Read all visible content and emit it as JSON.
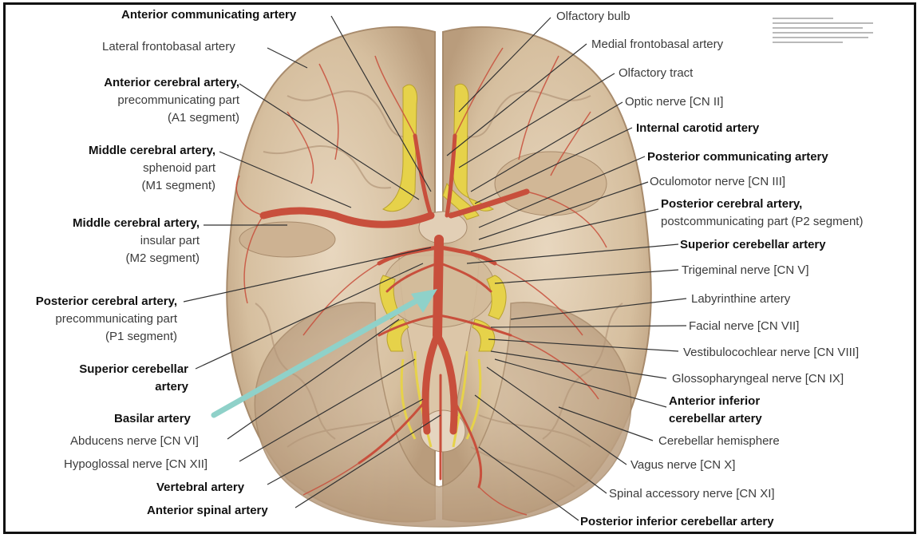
{
  "colors": {
    "brain": "#d9c4a8",
    "brain_shadow": "#b89d80",
    "artery": "#c84f3c",
    "nerve": "#e6d24a",
    "leader": "#333333",
    "pointer_arrow": "#8fd1c9"
  },
  "labels": {
    "anterior_communicating_artery": "Anterior communicating artery",
    "lateral_frontobasal_artery": "Lateral frontobasal artery",
    "aca_a1": {
      "line1": "Anterior cerebral artery,",
      "line2": "precommunicating part",
      "line3": "(A1 segment)"
    },
    "mca_m1": {
      "line1": "Middle cerebral artery,",
      "line2": "sphenoid part",
      "line3": "(M1 segment)"
    },
    "mca_m2": {
      "line1": "Middle cerebral artery,",
      "line2": "insular part",
      "line3": "(M2 segment)"
    },
    "pca_p1": {
      "line1": "Posterior cerebral artery,",
      "line2": "precommunicating part",
      "line3": "(P1 segment)"
    },
    "superior_cerebellar_artery_left": {
      "line1": "Superior cerebellar",
      "line2": "artery"
    },
    "basilar_artery": "Basilar artery",
    "abducens_nerve": "Abducens nerve [CN VI]",
    "hypoglossal_nerve": "Hypoglossal nerve [CN XII]",
    "vertebral_artery": "Vertebral artery",
    "anterior_spinal_artery": "Anterior spinal artery",
    "olfactory_bulb": "Olfactory bulb",
    "medial_frontobasal_artery": "Medial frontobasal artery",
    "olfactory_tract": "Olfactory tract",
    "optic_nerve": "Optic nerve [CN II]",
    "internal_carotid_artery": "Internal carotid artery",
    "posterior_communicating_artery": "Posterior communicating artery",
    "oculomotor_nerve": "Oculomotor nerve [CN III]",
    "pca_p2": {
      "line1": "Posterior cerebral artery,",
      "line2": "postcommunicating part (P2 segment)"
    },
    "superior_cerebellar_artery_right": "Superior cerebellar artery",
    "trigeminal_nerve": "Trigeminal nerve [CN V]",
    "labyrinthine_artery": "Labyrinthine artery",
    "facial_nerve": "Facial nerve [CN VII]",
    "vestibulocochlear_nerve": "Vestibulocochlear nerve [CN VIII]",
    "glossopharyngeal_nerve": "Glossopharyngeal nerve [CN IX]",
    "aica": {
      "line1": "Anterior inferior",
      "line2": "cerebellar artery"
    },
    "cerebellar_hemisphere": "Cerebellar hemisphere",
    "vagus_nerve": "Vagus nerve [CN X]",
    "spinal_accessory_nerve": "Spinal accessory nerve [CN XI]",
    "pica": "Posterior inferior cerebellar artery"
  }
}
